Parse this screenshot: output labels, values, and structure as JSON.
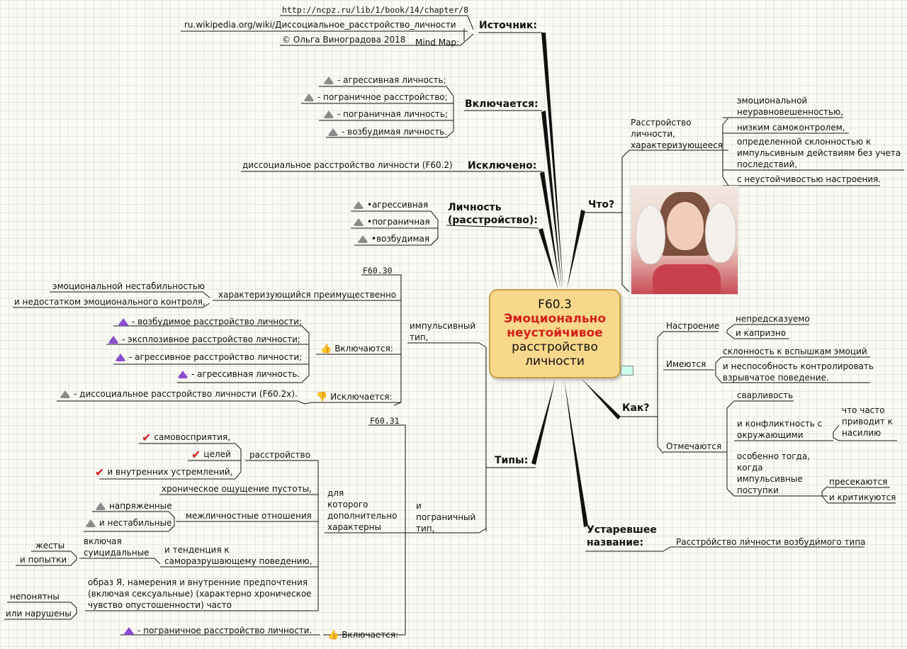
{
  "center": {
    "code": "F60.3",
    "title1": "Эмоционально",
    "title2": "неустойчивое",
    "title3": "расстройство",
    "title4": "личности"
  },
  "source": {
    "label": "Источник:",
    "url1": "http://ncpz.ru/lib/1/book/14/chapter/8",
    "url2": "ru.wikipedia.org/wiki/Диссоциальное_расстройство_личности",
    "copyright": "© Ольга Виноградова 2018",
    "mindmap": "Mind Map:"
  },
  "includes": {
    "label": "Включается:",
    "items": [
      "- агрессивная личность;",
      "- пограничное расстройство;",
      "- пограничная личность;",
      "- возбудимая личность."
    ]
  },
  "excluded": {
    "label": "Исключено:",
    "item": "диссоциальное расстройство личности (F60.2)"
  },
  "personality": {
    "label1": "Личность",
    "label2": "(расстройство):",
    "items": [
      "•агрессивная",
      "•пограничная",
      "•возбудимая"
    ]
  },
  "types": {
    "label": "Типы:",
    "impulsive": {
      "code": "F60.30",
      "label1": "импульсивный",
      "label2": "тип,",
      "char": "характеризующийся преимущественно",
      "char_items": [
        "эмоциональной нестабильностью",
        "и недостатком эмоционального контроля,"
      ],
      "inc_label": "Включаются:",
      "inc_items": [
        "- возбудимое расстройство личности;",
        "- эксплозивное расстройство личности;",
        "- агрессивное расстройство личности;",
        "- агрессивная личность."
      ],
      "exc_label": "Исключается:",
      "exc_item": "- диссоциальное расстройство личности (F60.2x)."
    },
    "borderline": {
      "code": "F60.31",
      "label1": "и",
      "label2": "пограничный",
      "label3": "тип,",
      "char1": "для",
      "char2": "которого",
      "char3": "дополнительно",
      "char4": "характерны",
      "disorder": "расстройство",
      "disorder_items": [
        "самовосприятия,",
        "целей",
        "и внутренних устремлений,"
      ],
      "emptiness": "хроническое ощущение пустоты,",
      "relations": "межличностные отношения",
      "relations_items": [
        "напряженные",
        "и нестабильные"
      ],
      "tendency1": "и тенденция к",
      "tendency2": "саморазрушающему поведению,",
      "suicidal1": "включая",
      "suicidal2": "суицидальные",
      "suicidal_items": [
        "жесты",
        "и попытки"
      ],
      "self1": "образ Я, намерения и внутренние предпочтения",
      "self2": "(включая сексуальные) (характерно хроническое",
      "self3": "чувство опустошенности) часто",
      "self_items": [
        "непонятны",
        "или нарушены"
      ],
      "inc_label": "Включается:",
      "inc_item": "- пограничное расстройство личности."
    }
  },
  "what": {
    "label": "Что?",
    "desc1": "Расстройство",
    "desc2": "личности,",
    "desc3": "характеризующееся",
    "items": [
      "эмоциональной",
      "неуравновешенностью,",
      "низким самоконтролем,",
      "определенной склонностью к",
      "импульсивным действиям без учета",
      "последствий,",
      "с неустойчивостью настроения."
    ]
  },
  "how": {
    "label": "Как?",
    "mood": "Настроение",
    "mood_items": [
      "непредсказуемо",
      "и капризно"
    ],
    "have": "Имеются",
    "have_items": [
      "склонность к вспышкам эмоций",
      "и неспособность контролировать",
      "взрывчатое поведение."
    ],
    "noted": "Отмечаются",
    "noted_a": "сварливость",
    "noted_b1": "и конфликтность с",
    "noted_b2": "окружающими",
    "noted_b_sub": [
      "что часто",
      "приводит к",
      "насилию"
    ],
    "noted_c": [
      "особенно тогда,",
      "когда",
      "импульсивные",
      "поступки"
    ],
    "noted_c_items": [
      "пресекаются",
      "и критикуются"
    ]
  },
  "old": {
    "label1": "Устаревшее",
    "label2": "название:",
    "item": "Расстро́йство ли́чности возбуди́мого типа"
  }
}
